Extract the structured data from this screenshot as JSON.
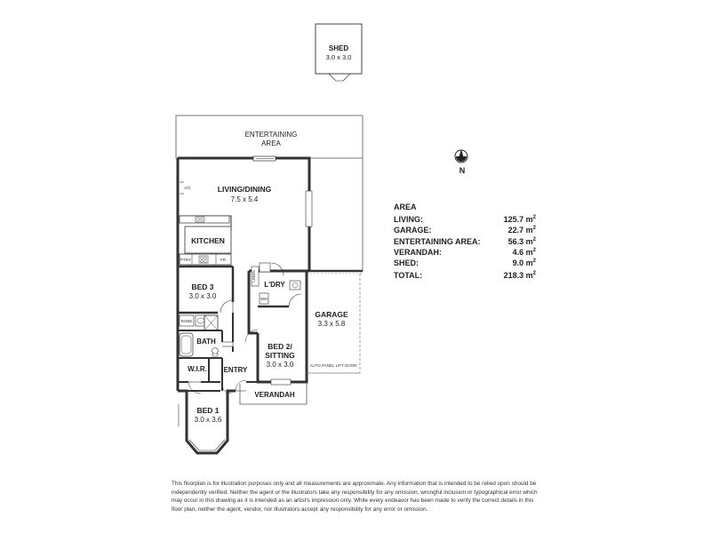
{
  "rooms": {
    "shed": {
      "name": "SHED",
      "dims": "3.0 x 3.0"
    },
    "entertaining": {
      "line1": "ENTERTAINING",
      "line2": "AREA"
    },
    "living": {
      "name": "LIVING/DINING",
      "dims": "7.5 x 5.4"
    },
    "kitchen": {
      "name": "KITCHEN"
    },
    "bed3": {
      "name": "BED 3",
      "dims": "3.0 x 3.0"
    },
    "ldry": {
      "name": "L'DRY"
    },
    "garage": {
      "name": "GARAGE",
      "dims": "3.3 x 5.8"
    },
    "bath": {
      "name": "BATH"
    },
    "bed2": {
      "line1": "BED 2/",
      "line2": "SITTING",
      "dims": "3.0 x 3.0"
    },
    "wir": {
      "name": "W.I.R."
    },
    "entry": {
      "name": "ENTRY"
    },
    "verandah": {
      "name": "VERANDAH"
    },
    "bed1": {
      "name": "BED 1",
      "dims": "3.0 x 3.6"
    }
  },
  "fixtures": {
    "ac": "A/C",
    "ptry": "PTRY",
    "fr": "FR",
    "linen": "LINEN",
    "robe": "ROBE",
    "wm": "WM",
    "auto_door": "AUTO PANEL LIFT DOOR"
  },
  "north": {
    "label": "N"
  },
  "area": {
    "heading": "AREA",
    "rows": [
      {
        "label": "LIVING:",
        "value": "125.7 m",
        "unit_sup": "2"
      },
      {
        "label": "GARAGE:",
        "value": "22.7 m",
        "unit_sup": "2"
      },
      {
        "label": "ENTERTAINING AREA:",
        "value": "56.3 m",
        "unit_sup": "2"
      },
      {
        "label": "VERANDAH:",
        "value": "4.6 m",
        "unit_sup": "2"
      },
      {
        "label": "SHED:",
        "value": "9.0 m",
        "unit_sup": "2"
      }
    ],
    "total": {
      "label": "TOTAL:",
      "value": "218.3 m",
      "unit_sup": "2"
    }
  },
  "disclaimer": "This floorplan is for illustration purposes only and all measurements are approximate. Any information that is intended to be relied upon should be independently verified. Neither the agent or the illustrators take any responsibility for any omission, wrongful inclusion or typographical error which may occur in this drawing as it is intended as an artist's impression only. While every endeavor has been made to verify the correct details in this floor plan, neither the agent, vendor, nor illustrators accept any responsibility for any error or omission."
}
